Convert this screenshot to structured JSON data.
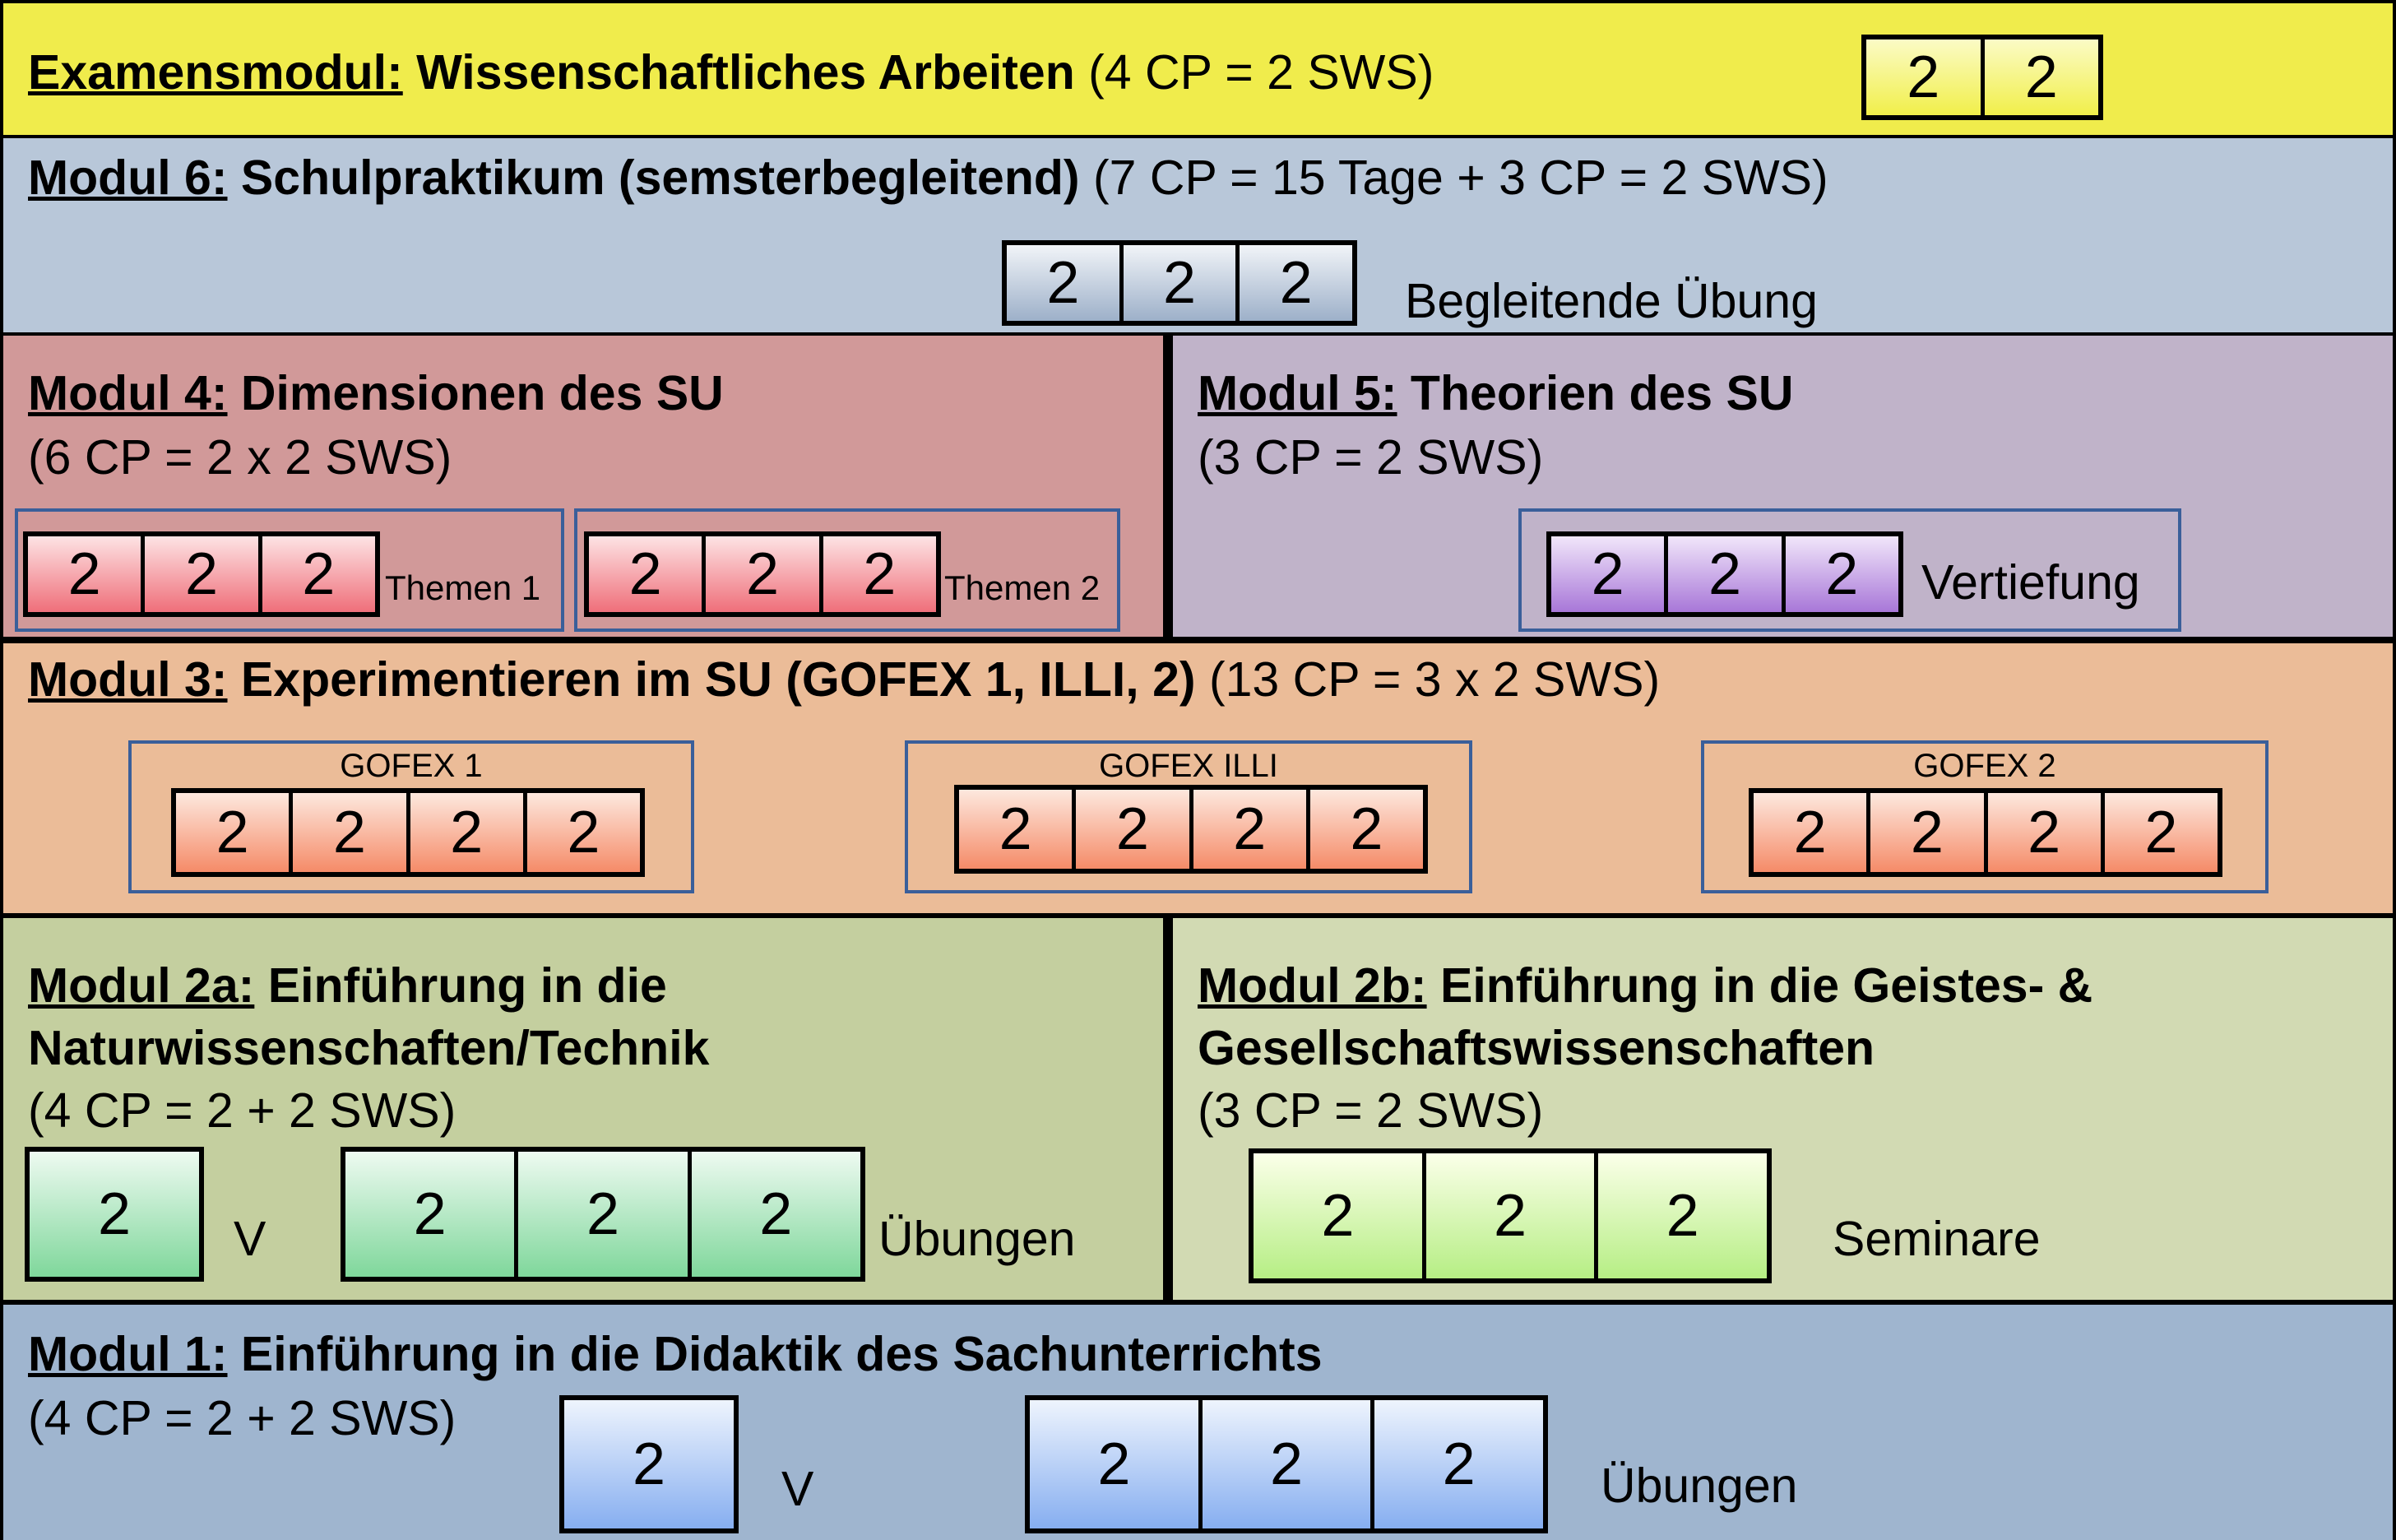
{
  "colors": {
    "examensmodul_bg": "#f0ec4c",
    "modul6_bg": "#b8c7d9",
    "modul4_bg": "#d19999",
    "modul5_bg": "#c0b3c9",
    "modul3_bg": "#ebbc98",
    "modul2a_bg": "#c4cf9f",
    "modul2b_bg": "#d2dab3",
    "modul1_bg": "#9fb5cf",
    "group_border": "#3a5f9a"
  },
  "examensmodul": {
    "label": "Examensmodul:",
    "name": "Wissenschaftliches Arbeiten",
    "cp": "(4 CP = 2 SWS)",
    "boxes": [
      "2",
      "2"
    ]
  },
  "modul6": {
    "label": "Modul 6:",
    "name": "Schulpraktikum (semsterbegleitend)",
    "cp": "(7 CP = 15 Tage + 3 CP = 2 SWS)",
    "boxes": [
      "2",
      "2",
      "2"
    ],
    "box_label": "Begleitende Übung"
  },
  "modul4": {
    "label": "Modul 4:",
    "name": "Dimensionen des SU",
    "cp": "(6 CP = 2 x 2 SWS)",
    "groups": [
      {
        "boxes": [
          "2",
          "2",
          "2"
        ],
        "label": "Themen 1"
      },
      {
        "boxes": [
          "2",
          "2",
          "2"
        ],
        "label": "Themen 2"
      }
    ]
  },
  "modul5": {
    "label": "Modul 5:",
    "name": "Theorien des SU",
    "cp": "(3 CP = 2 SWS)",
    "boxes": [
      "2",
      "2",
      "2"
    ],
    "box_label": "Vertiefung"
  },
  "modul3": {
    "label": "Modul 3:",
    "name": "Experimentieren im SU (GOFEX 1, ILLI, 2)",
    "cp": "(13 CP = 3 x 2 SWS)",
    "groups": [
      {
        "title": "GOFEX 1",
        "boxes": [
          "2",
          "2",
          "2",
          "2"
        ]
      },
      {
        "title": "GOFEX ILLI",
        "boxes": [
          "2",
          "2",
          "2",
          "2"
        ]
      },
      {
        "title": "GOFEX 2",
        "boxes": [
          "2",
          "2",
          "2",
          "2"
        ]
      }
    ]
  },
  "modul2a": {
    "label": "Modul 2a:",
    "name_line1": "Einführung in die",
    "name_line2": "Naturwissenschaften/Technik",
    "cp": "(4 CP = 2 + 2 SWS)",
    "lecture_box": "2",
    "lecture_label": "V",
    "boxes": [
      "2",
      "2",
      "2"
    ],
    "box_label": "Übungen"
  },
  "modul2b": {
    "label": "Modul 2b:",
    "name_line1": "Einführung in die Geistes- &",
    "name_line2": "Gesellschaftswissenschaften",
    "cp": "(3 CP = 2 SWS)",
    "boxes": [
      "2",
      "2",
      "2"
    ],
    "box_label": "Seminare"
  },
  "modul1": {
    "label": "Modul 1:",
    "name": "Einführung in die Didaktik des Sachunterrichts",
    "cp": "(4 CP = 2 + 2 SWS)",
    "lecture_box": "2",
    "lecture_label": "V",
    "boxes": [
      "2",
      "2",
      "2"
    ],
    "box_label": "Übungen"
  }
}
